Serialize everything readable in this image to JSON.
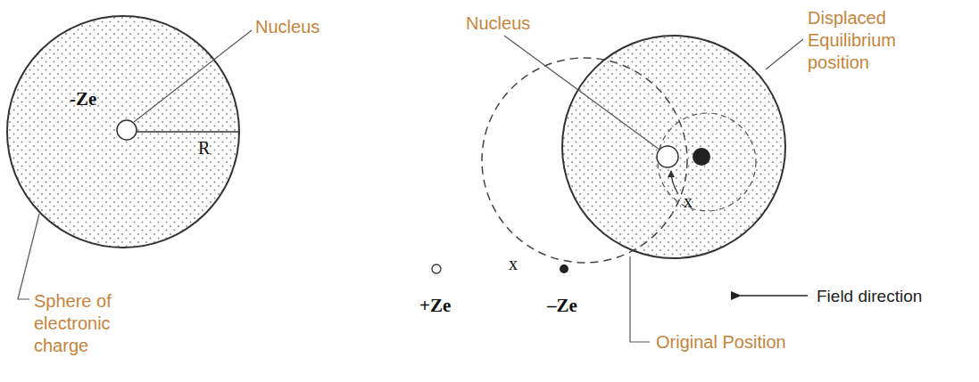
{
  "diagram": {
    "nodes": [
      {
        "text": [
          "-Ze",
          "R"
        ]
      },
      {
        "text": [
          "x"
        ]
      }
    ],
    "labels": [
      "Nucleus",
      "Sphere of electronic charge",
      "Nucleus",
      "Displaced Equilibrium position",
      "+Ze",
      "x",
      "–Ze",
      "Field direction",
      "Original Position"
    ]
  }
}
